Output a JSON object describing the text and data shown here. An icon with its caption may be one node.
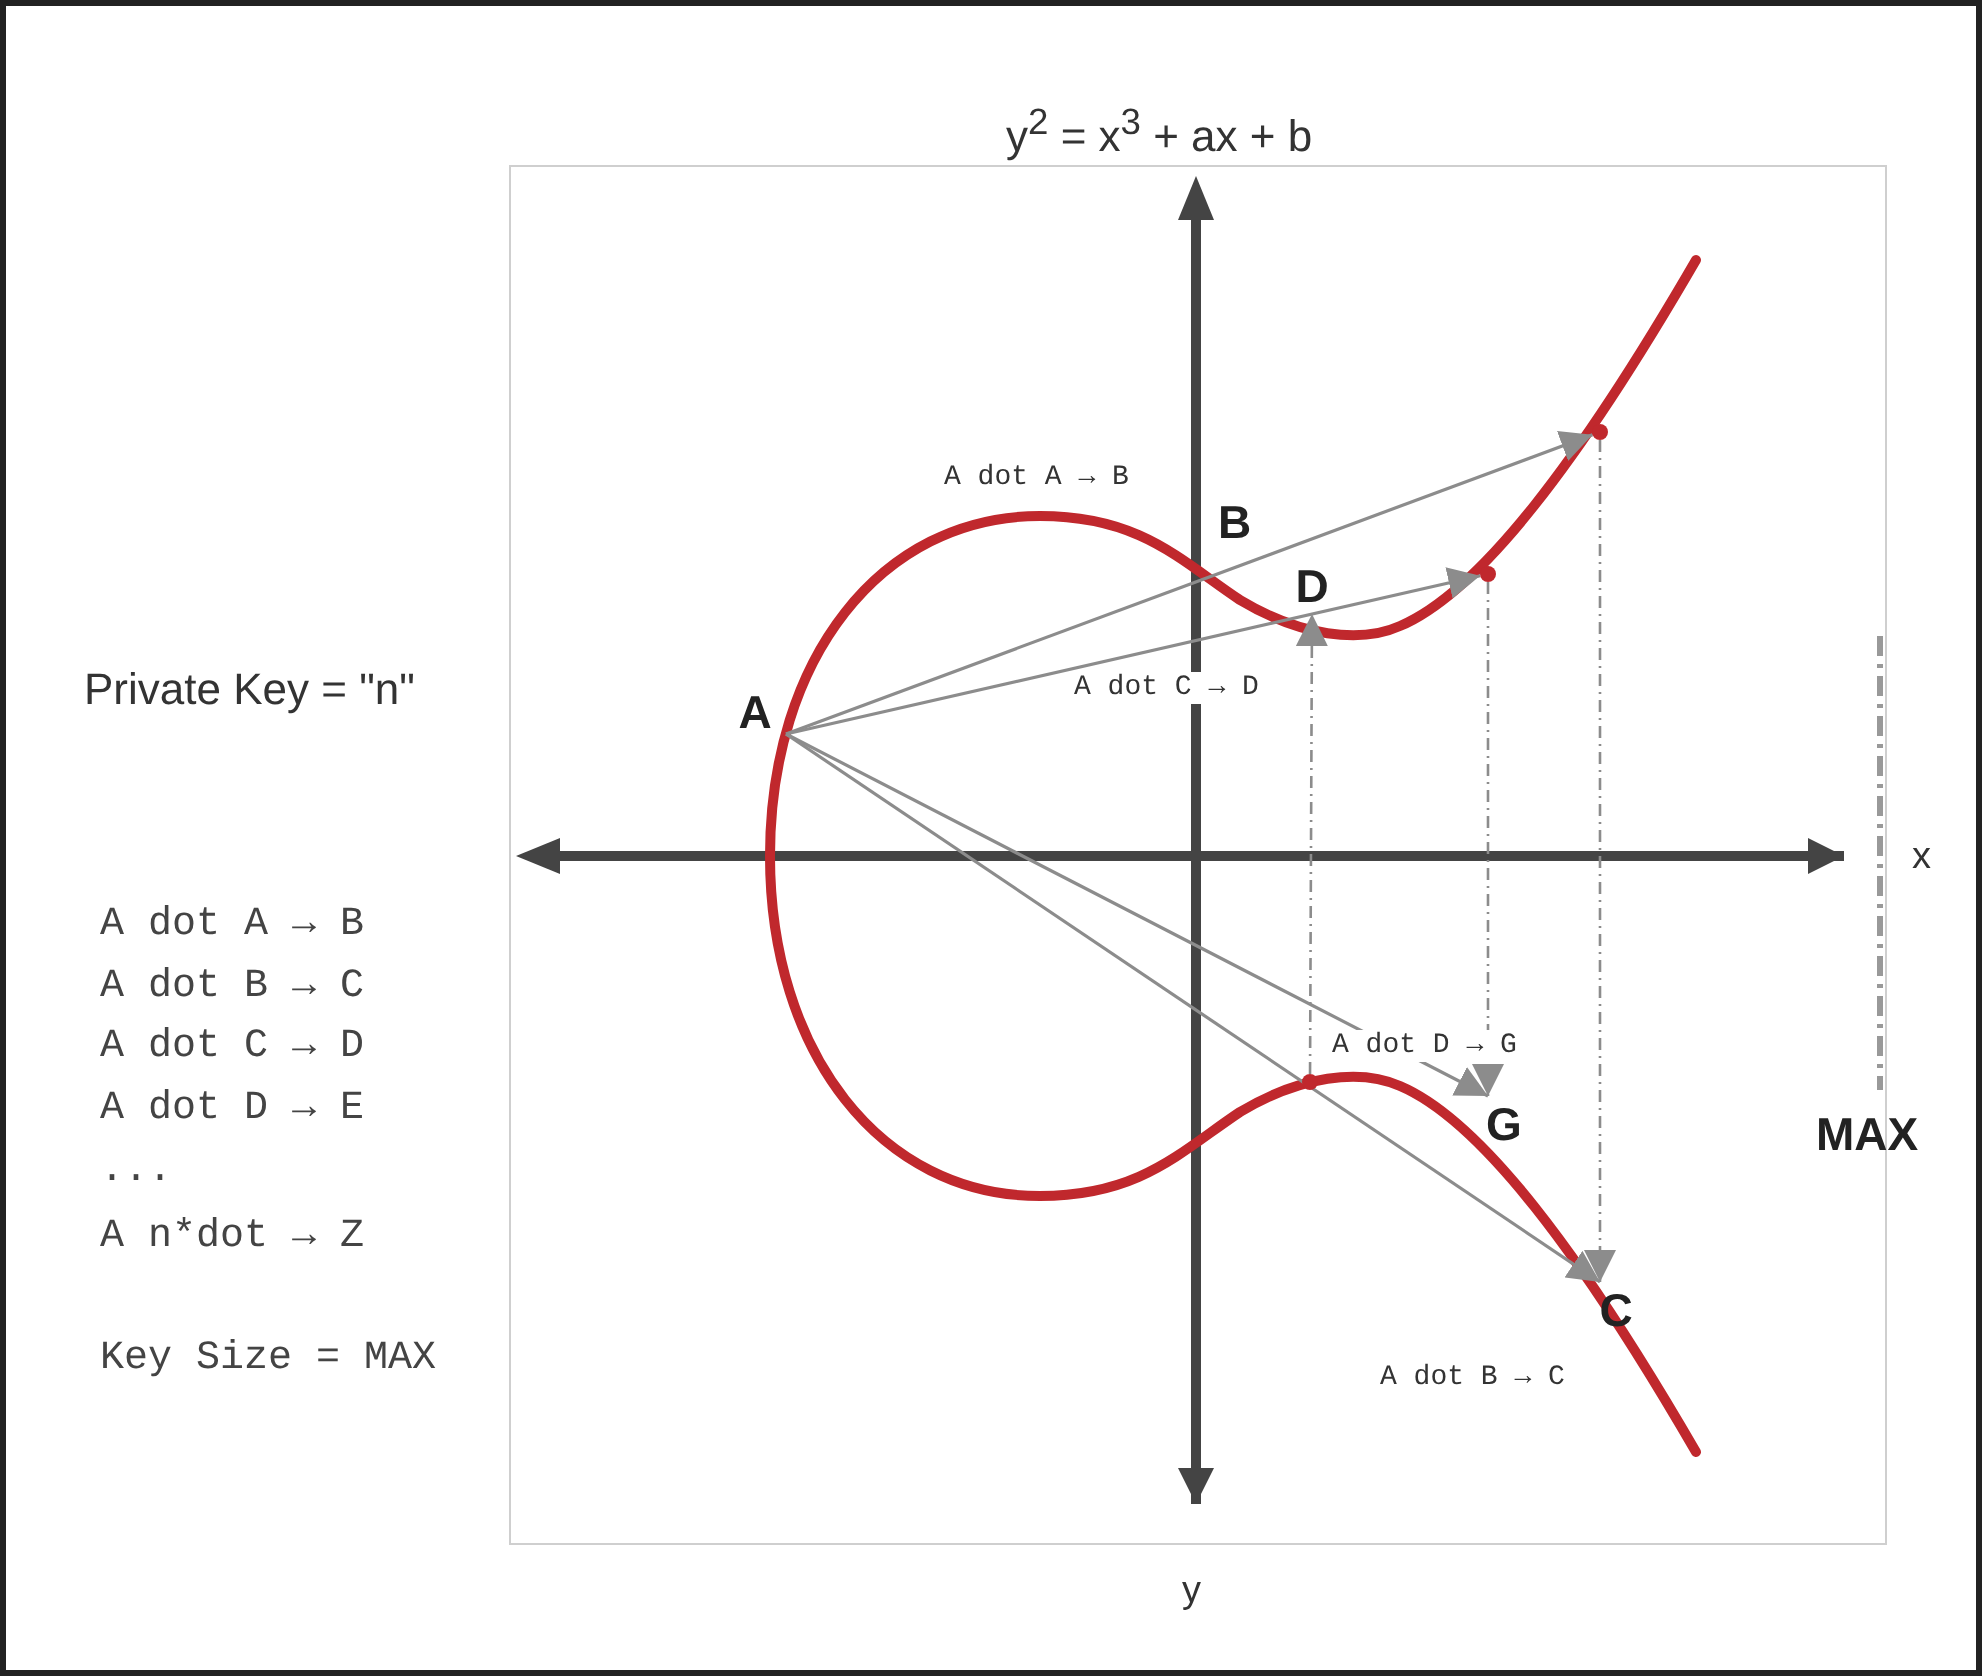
{
  "diagram": {
    "nodes": [
      {
        "text": [
          "A"
        ]
      },
      {
        "text": [],
        "shape": "point"
      },
      {
        "text": [],
        "shape": "point"
      },
      {
        "text": [
          "D"
        ]
      },
      {
        "text": [],
        "shape": "point"
      },
      {
        "text": [
          "G"
        ]
      },
      {
        "text": [
          "C"
        ]
      }
    ],
    "edges": [
      {
        "from": 0,
        "to": 1,
        "arrow": "to"
      },
      {
        "from": 0,
        "to": 2,
        "arrow": "to"
      },
      {
        "from": 0,
        "to": 5,
        "arrow": "to"
      },
      {
        "from": 0,
        "to": 6,
        "arrow": "to"
      },
      {
        "from": 2,
        "to": 5,
        "arrow": "to",
        "style": "dashed"
      },
      {
        "from": 1,
        "to": 6,
        "arrow": "to",
        "style": "dashed"
      },
      {
        "from": 4,
        "to": 3,
        "arrow": "to",
        "style": "dashed"
      }
    ],
    "labels": [
      "y$^{2}$ = x$^{3}$ + ax + b",
      "A dot A → B",
      "B",
      "Private Key = \"n\"",
      "A dot C → D",
      "x",
      "A dot A → B",
      "A dot B → C",
      "A dot C → D",
      "A dot D → E",
      "...",
      "A n*dot → Z",
      "A dot D → G",
      "MAX",
      "A dot B → C",
      "Key Size = MAX",
      "y"
    ]
  }
}
